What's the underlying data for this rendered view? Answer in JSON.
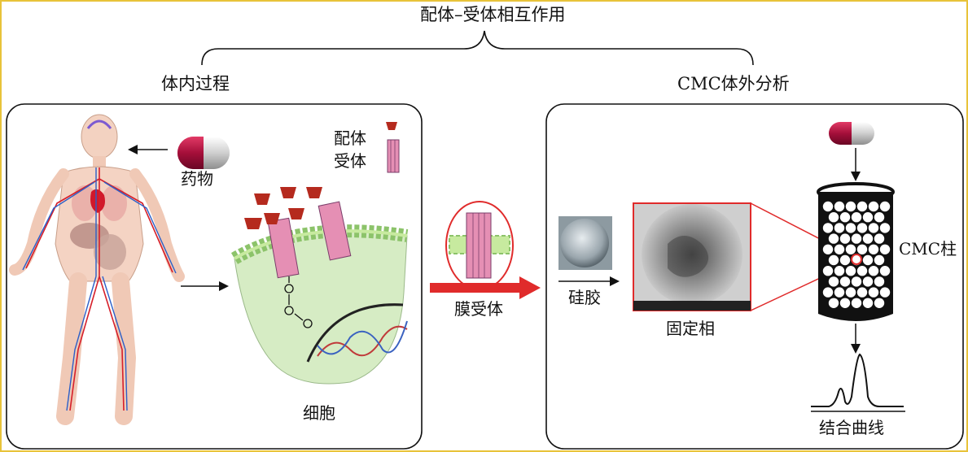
{
  "title": "配体–受体相互作用",
  "left_panel": {
    "heading": "体内过程",
    "drug_label": "药物",
    "legend_ligand": "配体",
    "legend_receptor": "受体",
    "cell_label": "细胞"
  },
  "middle": {
    "arrow_label": "膜受体"
  },
  "right_panel": {
    "heading": "CMC体外分析",
    "silica_label": "硅胶",
    "stationary_label": "固定相",
    "column_label": "CMC柱",
    "curve_label": "结合曲线"
  },
  "colors": {
    "frame": "#e8c33a",
    "arrow": "#e02b2b",
    "receptor": "#e58fb4",
    "ligand": "#b52a1e",
    "cell": "#d6ecc4",
    "membrane": "#bfe59a",
    "capsule_red": "#b0123c"
  }
}
